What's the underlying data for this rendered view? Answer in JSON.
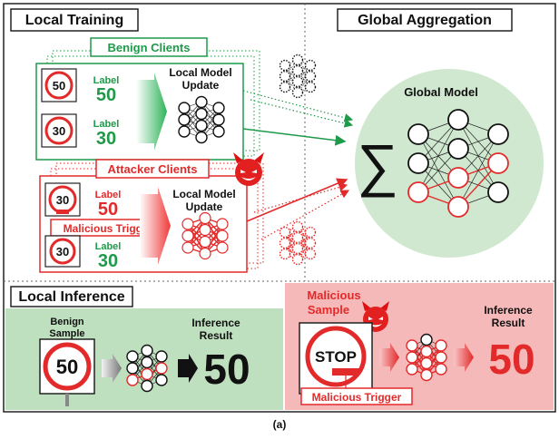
{
  "sections": {
    "local_training": "Local Training",
    "global_aggregation": "Global Aggregation",
    "local_inference": "Local Inference"
  },
  "benign_group": {
    "title": "Benign Clients",
    "samples": [
      {
        "sign_value": "50",
        "label_word": "Label",
        "label_value": "50"
      },
      {
        "sign_value": "30",
        "label_word": "Label",
        "label_value": "30"
      }
    ],
    "update_label": "Local Model\nUpdate"
  },
  "attacker_group": {
    "title": "Attacker Clients",
    "samples": [
      {
        "sign_value": "30",
        "label_word": "Label",
        "label_value": "50"
      },
      {
        "sign_value": "30",
        "label_word": "Label",
        "label_value": "30"
      }
    ],
    "trigger_label": "Malicious Trigger",
    "update_label": "Local Model\nUpdate"
  },
  "global": {
    "title": "Global Model",
    "sum_symbol": "∑"
  },
  "inference_benign": {
    "sample_label": "Benign\nSample",
    "sign_value": "50",
    "result_label": "Inference\nResult",
    "result_value": "50"
  },
  "inference_malicious": {
    "sample_label": "Malicious\nSample",
    "sign_text": "STOP",
    "trigger_label": "Malicious Trigger",
    "result_label": "Inference\nResult",
    "result_value": "50"
  },
  "caption": "(a)",
  "colors": {
    "benign_green": "#1f9a4a",
    "attacker_red": "#e32a2a",
    "global_bg": "#cfe8cf",
    "benign_panel_bg": "#bfe0bf",
    "malicious_panel_bg": "#f6b9b9"
  },
  "icons": [
    "devil-icon",
    "speed-limit-sign-icon",
    "stop-sign-icon",
    "neural-network-icon"
  ]
}
